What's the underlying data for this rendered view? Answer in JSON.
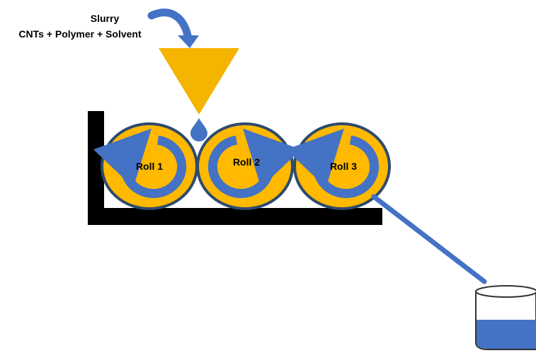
{
  "slurry": {
    "title": "Slurry",
    "composition": "CNTs + Polymer + Solvent"
  },
  "rolls": [
    {
      "label": "Roll 1",
      "rotation": "clockwise"
    },
    {
      "label": "Roll 2",
      "rotation": "counter-clockwise"
    },
    {
      "label": "Roll 3",
      "rotation": "clockwise"
    }
  ],
  "colors": {
    "roll_fill": "#FFB900",
    "roll_stroke": "#2F4A6D",
    "arrow_blue": "#4472C4",
    "hopper": "#F4B400",
    "frame": "#000000",
    "container_liquid": "#4472C4"
  }
}
